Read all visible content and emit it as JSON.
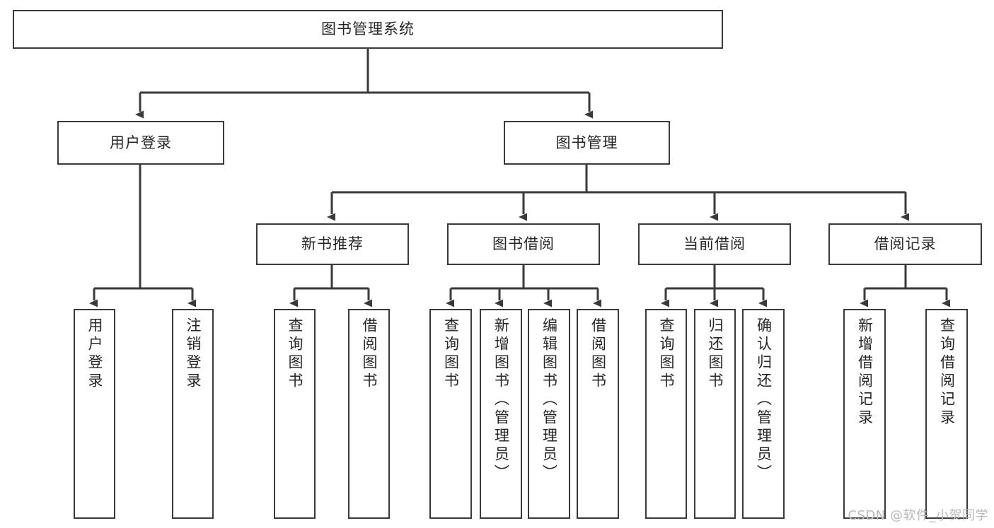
{
  "diagram": {
    "type": "tree",
    "title": "图书管理系统",
    "root": {
      "id": "root",
      "label": "图书管理系统"
    },
    "level2": [
      {
        "id": "user-login",
        "label": "用户登录"
      },
      {
        "id": "book-manage",
        "label": "图书管理"
      }
    ],
    "level3": [
      {
        "id": "new-book-rec",
        "label": "新书推荐",
        "parent": "book-manage"
      },
      {
        "id": "book-borrow",
        "label": "图书借阅",
        "parent": "book-manage"
      },
      {
        "id": "current-borrow",
        "label": "当前借阅",
        "parent": "book-manage"
      },
      {
        "id": "borrow-record",
        "label": "借阅记录",
        "parent": "book-manage"
      }
    ],
    "leaves": {
      "user-login": [
        {
          "id": "leaf-user-login",
          "label": "用户登录"
        },
        {
          "id": "leaf-user-logout",
          "label": "注销登录"
        }
      ],
      "new-book-rec": [
        {
          "id": "leaf-query-book-1",
          "label": "查询图书"
        },
        {
          "id": "leaf-borrow-book-1",
          "label": "借阅图书"
        }
      ],
      "book-borrow": [
        {
          "id": "leaf-query-book-2",
          "label": "查询图书"
        },
        {
          "id": "leaf-add-book",
          "label": "新增图书（管理员）"
        },
        {
          "id": "leaf-edit-book",
          "label": "编辑图书（管理员）"
        },
        {
          "id": "leaf-borrow-book-2",
          "label": "借阅图书"
        }
      ],
      "current-borrow": [
        {
          "id": "leaf-query-book-3",
          "label": "查询图书"
        },
        {
          "id": "leaf-return-book",
          "label": "归还图书"
        },
        {
          "id": "leaf-confirm-return",
          "label": "确认归还（管理员）"
        }
      ],
      "borrow-record": [
        {
          "id": "leaf-add-record",
          "label": "新增借阅记录"
        },
        {
          "id": "leaf-query-record",
          "label": "查询借阅记录"
        }
      ]
    }
  },
  "watermark": {
    "text": "CSDN @软件_小贺同学"
  },
  "colors": {
    "box_border": "#3a3a3a",
    "box_fill": "#ffffff",
    "line": "#3a3a3a",
    "text": "#262626",
    "watermark": "#b9b9b9",
    "background": "#ffffff"
  }
}
